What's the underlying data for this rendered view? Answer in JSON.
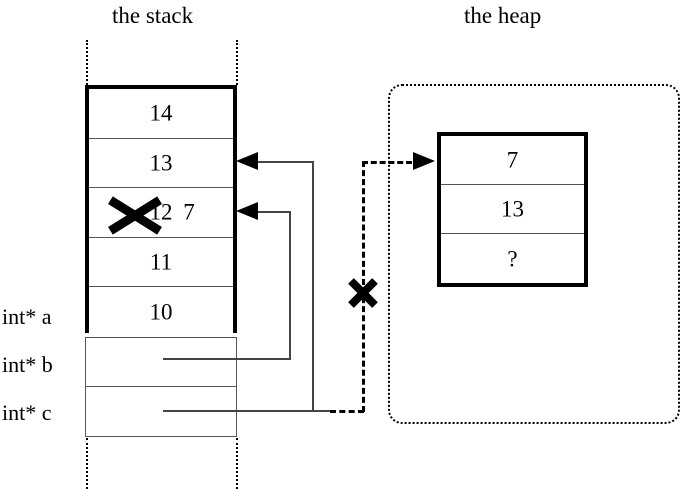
{
  "diagram": {
    "titles": {
      "stack": "the stack",
      "heap": "the heap"
    },
    "stack": {
      "frame_cells": [
        {
          "value": "14"
        },
        {
          "value": "13"
        },
        {
          "value": "7",
          "crossed_out_value": "12"
        },
        {
          "value": "11"
        },
        {
          "value": "10"
        }
      ],
      "variables": [
        {
          "label": "int* a"
        },
        {
          "label": "int* b"
        },
        {
          "label": "int* c"
        }
      ]
    },
    "heap": {
      "cells": [
        {
          "value": "7"
        },
        {
          "value": "13"
        },
        {
          "value": "?"
        }
      ]
    },
    "marks": {
      "stack_crossout": "x-mark",
      "dangling_pointer_crossout": "x-mark"
    },
    "colors": {
      "ink": "#000000",
      "line": "#444444",
      "background": "#ffffff"
    }
  }
}
